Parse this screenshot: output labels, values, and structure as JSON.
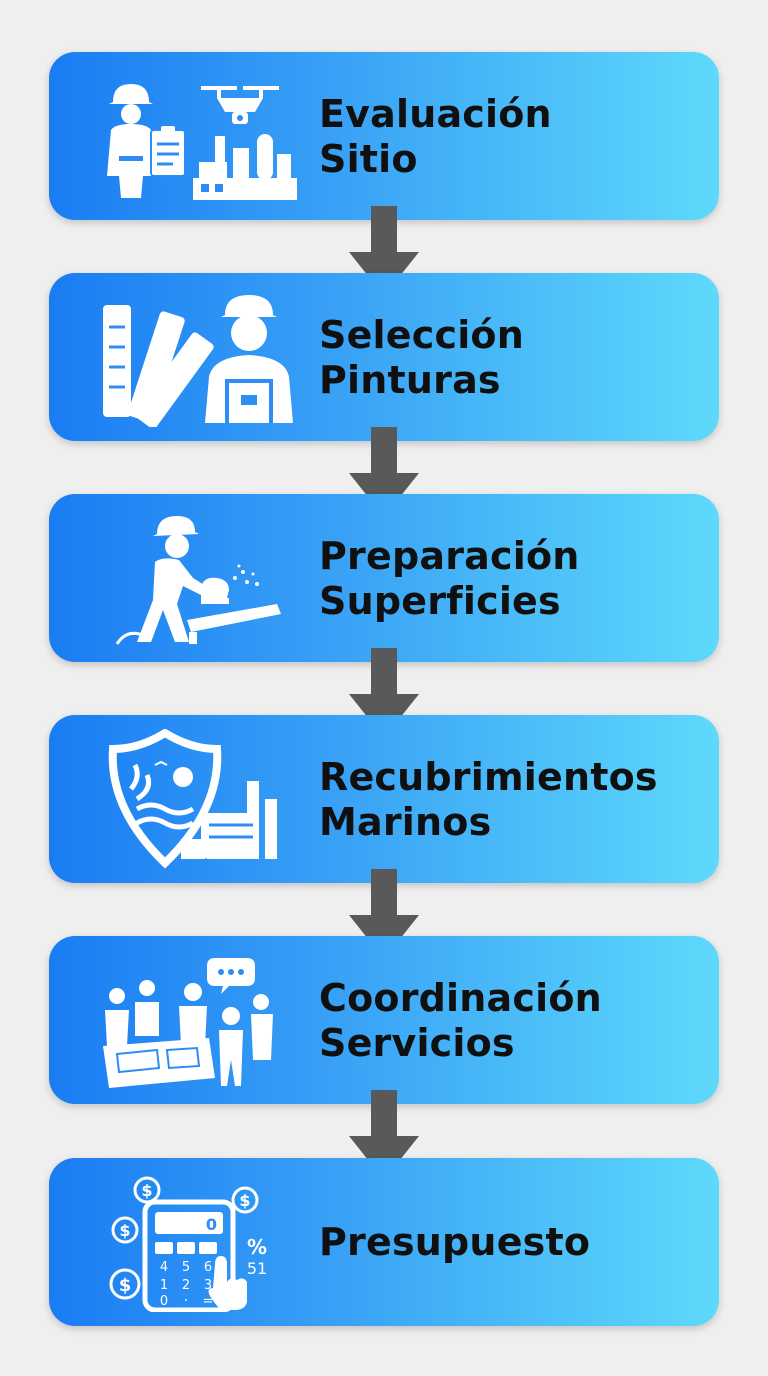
{
  "steps": [
    {
      "line1": "Evaluación",
      "line2": "Sitio",
      "icon": "inspector-drone-factory-icon"
    },
    {
      "line1": "Selección",
      "line2": "Pinturas",
      "icon": "color-swatch-painter-icon"
    },
    {
      "line1": "Preparación",
      "line2": "Superficies",
      "icon": "worker-grinder-icon"
    },
    {
      "line1": "Recubrimientos",
      "line2": "Marinos",
      "icon": "marine-shield-icon"
    },
    {
      "line1": "Coordinación",
      "line2": "Servicios",
      "icon": "team-blueprint-icon"
    },
    {
      "line1": "Presupuesto",
      "line2": "",
      "icon": "calculator-money-icon"
    }
  ],
  "calculator": {
    "display": "0",
    "keys_row1": "4 5 6",
    "keys_row2": "1 2 3",
    "keys_row3": "0 · =",
    "percent": "%",
    "side_number": "51",
    "currency": "$"
  },
  "colors": {
    "gradient_start": "#1a7cf3",
    "gradient_end": "#5ed9fb",
    "arrow": "#595959",
    "text": "#101010",
    "background": "#efefef"
  }
}
